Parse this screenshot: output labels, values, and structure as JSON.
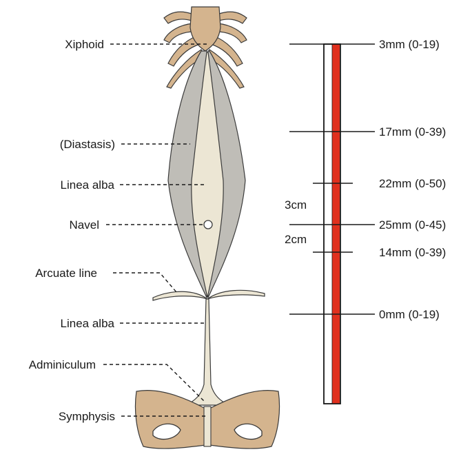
{
  "anatomy_labels": {
    "xiphoid": "Xiphoid",
    "diastasis": "(Diastasis)",
    "linea_alba_upper": "Linea alba",
    "navel": "Navel",
    "arcuate_line": "Arcuate line",
    "linea_alba_lower": "Linea alba",
    "adminiculum": "Adminiculum",
    "symphysis": "Symphysis"
  },
  "measurements": [
    {
      "label": "3mm (0-19)"
    },
    {
      "label": "17mm (0-39)"
    },
    {
      "label": "22mm (0-50)"
    },
    {
      "label": "25mm (0-45)"
    },
    {
      "label": "14mm (0-39)"
    },
    {
      "label": "0mm (0-19)"
    }
  ],
  "distance_labels": {
    "upper": "3cm",
    "lower": "2cm"
  },
  "colors": {
    "bone": "#d4b48e",
    "muscle": "#bfbdb7",
    "linea_alba": "#ece6d4",
    "ruler_red": "#e0301e",
    "outline": "#3a3a3a"
  }
}
